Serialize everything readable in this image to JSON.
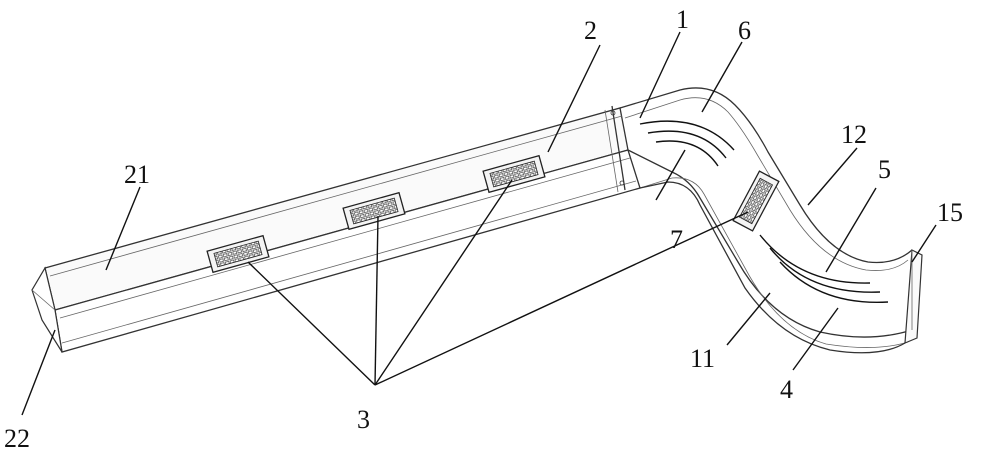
{
  "figure": {
    "labels": {
      "l1": "1",
      "l2": "2",
      "l3": "3",
      "l4": "4",
      "l5": "5",
      "l6": "6",
      "l7": "7",
      "l11": "11",
      "l12": "12",
      "l15": "15",
      "l21": "21",
      "l22": "22"
    }
  }
}
